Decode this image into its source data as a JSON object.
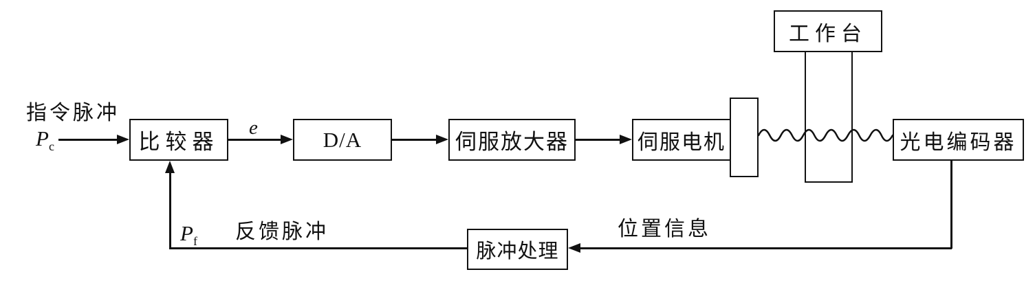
{
  "figure": {
    "type": "control-loop-block-diagram",
    "background_color": "#ffffff",
    "line_color": "#111111"
  },
  "nodes": {
    "comparator": {
      "label": "比较器"
    },
    "dac": {
      "label": "D/A"
    },
    "servo_amplifier": {
      "label": "伺服放大器"
    },
    "servo_motor": {
      "label": "伺服电机"
    },
    "worktable": {
      "label": "工作台"
    },
    "encoder": {
      "label": "光电编码器"
    },
    "pulse_processing": {
      "label": "脉冲处理"
    }
  },
  "signals": {
    "command_pulse": {
      "label": "指令脉冲",
      "symbol": "P",
      "subscript": "c"
    },
    "error": {
      "label": "e"
    },
    "feedback_pulse": {
      "label": "反馈脉冲",
      "symbol": "P",
      "subscript": "f"
    },
    "position_info": {
      "label": "位置信息"
    }
  }
}
